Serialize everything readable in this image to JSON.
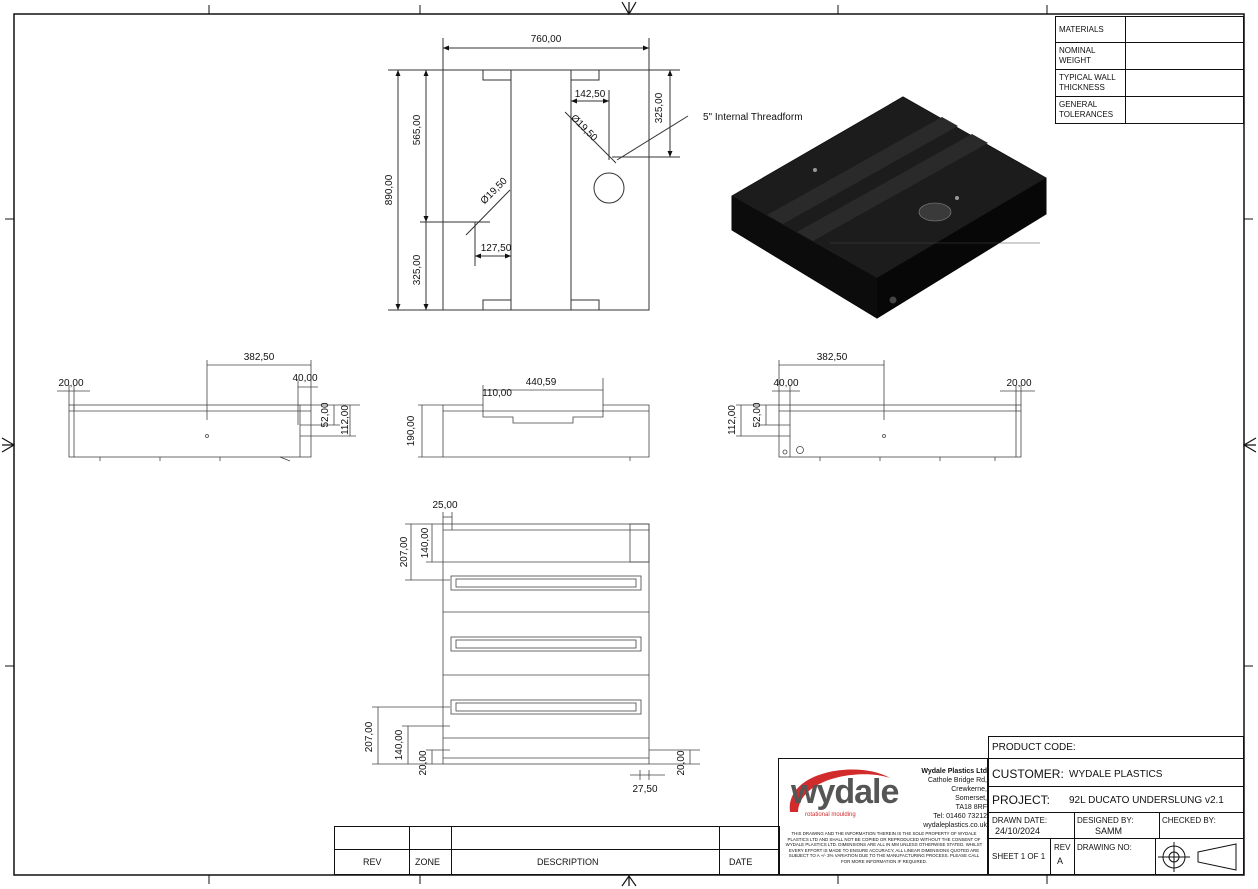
{
  "drawing": {
    "front_view": {
      "width": "760,00",
      "height": "890,00",
      "upper": "565,00",
      "lower": "325,00",
      "right_upper": "325,00",
      "offset_142": "142,50",
      "hole_dia_1": "Ø19,50",
      "hole_dia_2": "Ø19,50",
      "offset_127": "127,50",
      "thread_note": "5\" Internal Threadform"
    },
    "side_view_left": {
      "d1": "382,50",
      "d2": "20,00",
      "d3": "40,00",
      "d4": "52,00",
      "d5": "112,00"
    },
    "end_view": {
      "d1": "440,59",
      "d2": "110,00",
      "d3": "190,00"
    },
    "side_view_right": {
      "d1": "382,50",
      "d2": "40,00",
      "d3": "20,00",
      "d4": "52,00",
      "d5": "112,00"
    },
    "bottom_view": {
      "d1": "25,00",
      "d2": "140,00",
      "d3": "207,00",
      "d4": "207,00",
      "d5": "140,00",
      "d6": "20,00",
      "d7": "27,50",
      "d8": "20,00"
    }
  },
  "spec_table": {
    "rows": [
      "MATERIALS",
      "NOMINAL WEIGHT",
      "TYPICAL WALL THICKNESS",
      "GENERAL TOLERANCES"
    ]
  },
  "revision_table": {
    "rev": "REV",
    "zone": "ZONE",
    "description": "DESCRIPTION",
    "date": "DATE"
  },
  "company": {
    "logo_text": "wydale",
    "logo_sub": "rotational moulding",
    "name": "Wydale Plastics Ltd",
    "address_1": "Cathole Bridge Rd,",
    "address_2": "Crewkerne,",
    "address_3": "Somerset,",
    "postcode": "TA18 8RF",
    "tel": "Tel: 01460 73212",
    "web": "wydaleplastics.co.uk",
    "disclaimer": "THIS DRAWING AND THE INFORMATION THEREIN IS THE SOLE PROPERTY OF WYDALE PLASTICS LTD AND SHALL NOT BE COPIED OR REPRODUCED WITHOUT THE CONSENT OF WYDALE PLASTICS LTD. DIMENSIONS ARE ALL IN MM UNLESS OTHERWISE STATED. WHILST EVERY EFFORT IS MADE TO ENSURE ACCURACY, ALL LINEAR DIMENSIONS QUOTED ARE SUBJECT TO A +/- 3% VARIATION DUE TO THE MANUFACTURING PROCESS. PLEASE CALL FOR MORE INFORMATION IF REQUIRED."
  },
  "title_block": {
    "product_code_label": "PRODUCT CODE:",
    "customer_label": "CUSTOMER:",
    "customer": "WYDALE PLASTICS",
    "project_label": "PROJECT:",
    "project": "92L DUCATO UNDERSLUNG v2.1",
    "drawn_date_label": "DRAWN DATE:",
    "drawn_date": "24/10/2024",
    "designed_by_label": "DESIGNED BY:",
    "designed_by": "SAMM",
    "checked_by_label": "CHECKED BY:",
    "sheet": "SHEET 1 OF 1",
    "rev_label": "REV",
    "rev": "A",
    "drawing_no_label": "DRAWING NO:"
  },
  "colors": {
    "accent": "#d22b2b",
    "logo_grey": "#666666",
    "line": "#111111"
  }
}
